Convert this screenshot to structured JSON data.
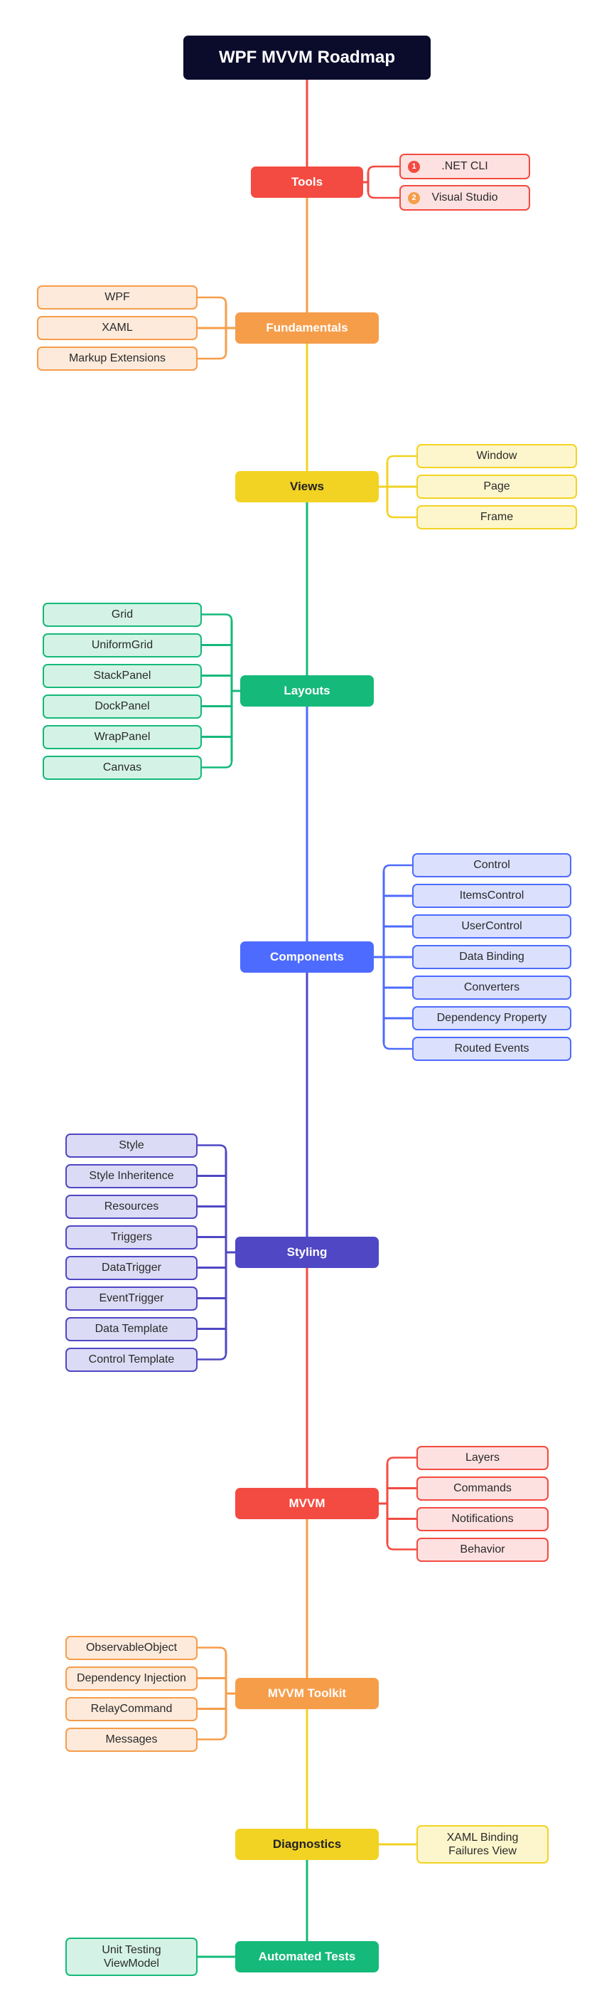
{
  "title": "WPF MVVM Roadmap",
  "colors": {
    "red": "#f34b41",
    "orange": "#f69d4a",
    "yellow": "#f2d324",
    "green": "#15b97a",
    "blue": "#4d6bff",
    "indigo": "#4f47c4",
    "title_bg": "#0b0b2c"
  },
  "topics": [
    {
      "id": "tools",
      "label": "Tools",
      "color": "red",
      "side": "right",
      "items": [
        {
          "label": ".NET CLI",
          "badge": "1"
        },
        {
          "label": "Visual Studio",
          "badge": "2"
        }
      ]
    },
    {
      "id": "fundamentals",
      "label": "Fundamentals",
      "color": "orange",
      "side": "left",
      "items": [
        {
          "label": "WPF"
        },
        {
          "label": "XAML"
        },
        {
          "label": "Markup Extensions"
        }
      ]
    },
    {
      "id": "views",
      "label": "Views",
      "color": "yellow",
      "side": "right",
      "items": [
        {
          "label": "Window"
        },
        {
          "label": "Page"
        },
        {
          "label": "Frame"
        }
      ]
    },
    {
      "id": "layouts",
      "label": "Layouts",
      "color": "green",
      "side": "left",
      "items": [
        {
          "label": "Grid"
        },
        {
          "label": "UniformGrid"
        },
        {
          "label": "StackPanel"
        },
        {
          "label": "DockPanel"
        },
        {
          "label": "WrapPanel"
        },
        {
          "label": "Canvas"
        }
      ]
    },
    {
      "id": "components",
      "label": "Components",
      "color": "blue",
      "side": "right",
      "items": [
        {
          "label": "Control"
        },
        {
          "label": "ItemsControl"
        },
        {
          "label": "UserControl"
        },
        {
          "label": "Data Binding"
        },
        {
          "label": "Converters"
        },
        {
          "label": "Dependency Property"
        },
        {
          "label": "Routed Events"
        }
      ]
    },
    {
      "id": "styling",
      "label": "Styling",
      "color": "indigo",
      "side": "left",
      "items": [
        {
          "label": "Style"
        },
        {
          "label": "Style Inheritence"
        },
        {
          "label": "Resources"
        },
        {
          "label": "Triggers"
        },
        {
          "label": "DataTrigger"
        },
        {
          "label": "EventTrigger"
        },
        {
          "label": "Data Template"
        },
        {
          "label": "Control Template"
        }
      ]
    },
    {
      "id": "mvvm",
      "label": "MVVM",
      "color": "red",
      "side": "right",
      "items": [
        {
          "label": "Layers"
        },
        {
          "label": "Commands"
        },
        {
          "label": "Notifications"
        },
        {
          "label": "Behavior"
        }
      ]
    },
    {
      "id": "mvvm-toolkit",
      "label": "MVVM Toolkit",
      "color": "orange",
      "side": "left",
      "items": [
        {
          "label": "ObservableObject"
        },
        {
          "label": "Dependency Injection"
        },
        {
          "label": "RelayCommand"
        },
        {
          "label": "Messages"
        }
      ]
    },
    {
      "id": "diagnostics",
      "label": "Diagnostics",
      "color": "yellow",
      "side": "right",
      "items": [
        {
          "label": "XAML Binding Failures View"
        }
      ]
    },
    {
      "id": "automated-tests",
      "label": "Automated Tests",
      "color": "green",
      "side": "left",
      "items": [
        {
          "label": "Unit Testing ViewModel"
        }
      ]
    }
  ]
}
